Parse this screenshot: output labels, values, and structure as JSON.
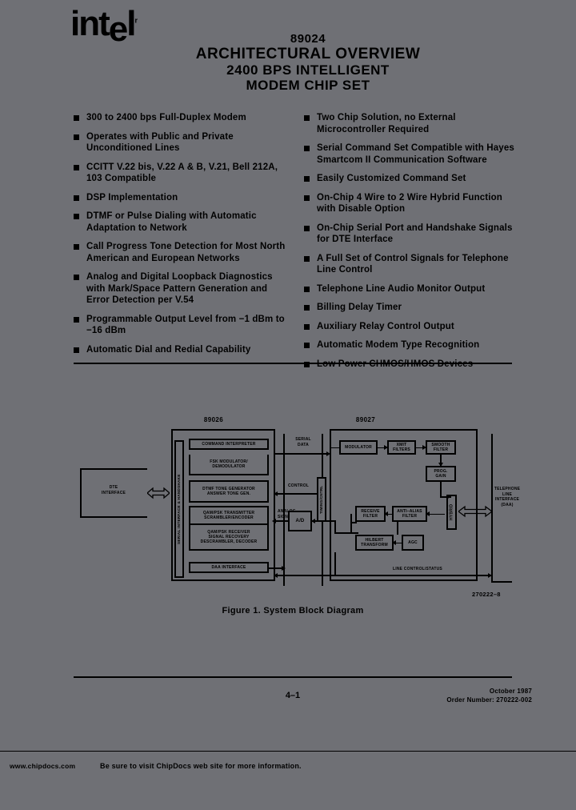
{
  "logo": {
    "text_pre": "int",
    "text_e": "e",
    "text_post": "l",
    "trademark": "r"
  },
  "title": {
    "part_number": "89024",
    "line1": "ARCHITECTURAL OVERVIEW",
    "line2": "2400 BPS INTELLIGENT",
    "line3": "MODEM CHIP SET"
  },
  "features": {
    "left": [
      "300 to 2400 bps Full-Duplex Modem",
      "Operates with Public and Private Unconditioned Lines",
      "CCITT V.22 bis, V.22 A & B, V.21, Bell 212A, 103 Compatible",
      "DSP Implementation",
      "DTMF or Pulse Dialing with Automatic Adaptation to Network",
      "Call Progress Tone Detection for Most North American and European Networks",
      "Analog and Digital Loopback Diagnostics with Mark/Space Pattern Generation and Error Detection per V.54",
      "Programmable Output Level from −1 dBm to −16 dBm",
      "Automatic Dial and Redial Capability"
    ],
    "right": [
      "Two Chip Solution, no External Microcontroller Required",
      "Serial Command Set Compatible with Hayes Smartcom II Communication Software",
      "Easily Customized Command Set",
      "On-Chip 4 Wire to 2 Wire Hybrid Function with Disable Option",
      "On-Chip Serial Port and Handshake Signals for DTE Interface",
      "A Full Set of Control Signals for Telephone Line Control",
      "Telephone Line Audio Monitor Output",
      "Billing Delay Timer",
      "Auxiliary Relay Control Output",
      "Automatic Modem Type Recognition",
      "Low Power CHMOS/HMOS Devices"
    ]
  },
  "diagram": {
    "chip_left_label": "89026",
    "chip_right_label": "89027",
    "dte_interface": "DTE\nINTERFACE",
    "serial_interface": "SERIAL INTERFACE & HANDSHAKE",
    "blocks_left": [
      "COMMAND INTERPRETER",
      "FSK MODULATOR/\nDEMODULATOR",
      "DTMF TONE GENERATOR\nANSWER TONE GEN.",
      "QAM/PSK TRANSMITTER\nSCRAMBLER/ENCODER",
      "QAM/PSK RECEIVER\nSIGNAL RECOVERY\nDESCRAMBLER, DECODER",
      "DAA INTERFACE"
    ],
    "mid_block": "A/D",
    "bus_labels": [
      "SERIAL\nDATA",
      "CONTROL",
      "ANALOG\nSIGNALS"
    ],
    "timing_label": "TIMING/CNTRL",
    "blocks_right": [
      "MODULATOR",
      "XMIT\nFILTERS",
      "SMOOTH\nFILTER",
      "PROG.\nGAIN",
      "RECEIVE\nFILTER",
      "ANTI–ALIAS\nFILTER",
      "HILBERT\nTRANSFORM",
      "AGC"
    ],
    "hybrid_label": "HYBRID",
    "line_status": "LINE CONTROL/STATUS",
    "telephone_interface": "TELEPHONE\nLINE\nINTERFACE\n(DAA)",
    "figure_number": "270222–8",
    "caption": "Figure 1. System Block Diagram"
  },
  "footer": {
    "page_number": "4–1",
    "date": "October 1987",
    "order": "Order Number: 270222-002"
  },
  "banner": {
    "url": "www.chipdocs.com",
    "message": "Be sure to visit ChipDocs web site for more information."
  },
  "colors": {
    "background": "#6f7075",
    "ink": "#000000"
  }
}
